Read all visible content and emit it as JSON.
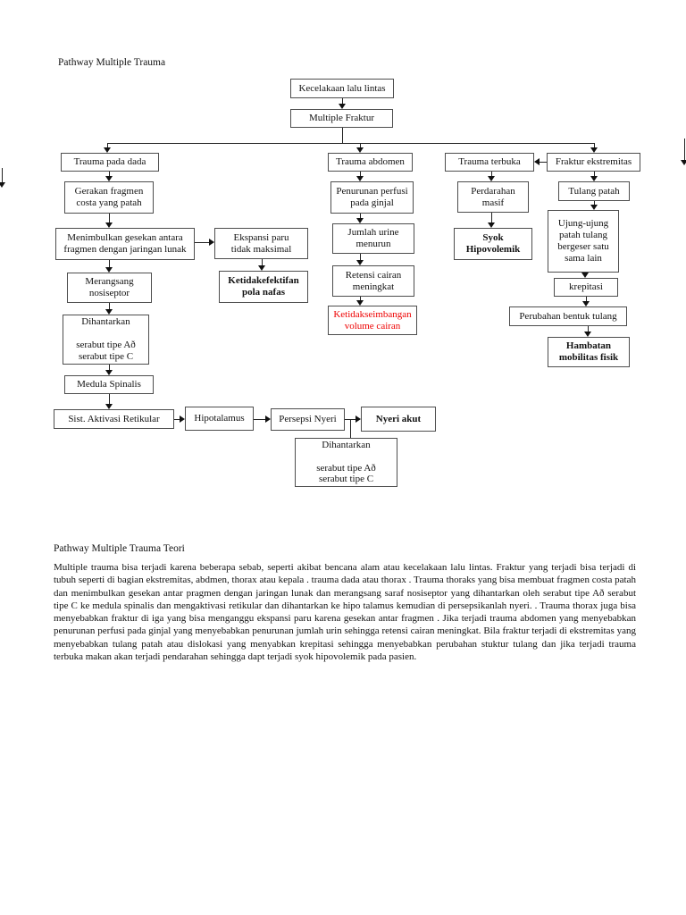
{
  "page": {
    "doc_title": "Pathway Multiple Trauma",
    "teori": {
      "heading": "Pathway Multiple Trauma Teori",
      "paragraph": "Multiple trauma bisa terjadi karena beberapa sebab, seperti akibat bencana alam atau kecelakaan lalu lintas. Fraktur yang terjadi bisa terjadi di tubuh seperti di bagian ekstremitas, abdmen, thorax atau kepala . trauma dada atau thorax . Trauma thoraks yang bisa membuat fragmen costa patah dan menimbulkan gesekan antar pragmen dengan jaringan lunak dan merangsang saraf nosiseptor yang dihantarkan oleh serabut tipe Að serabut tipe C ke medula spinalis dan mengaktivasi retikular dan dihantarkan ke hipo talamus kemudian di persepsikanlah nyeri. . Trauma thorax juga bisa menyebabkan fraktur di iga yang bisa menganggu ekspansi paru karena gesekan antar fragmen . Jika terjadi trauma abdomen yang menyebabkan penurunan perfusi pada ginjal yang menyebabkan penurunan jumlah urin sehingga retensi cairan meningkat. Bila fraktur terjadi di ekstremitas yang menyebabkan tulang patah atau dislokasi yang menyabkan krepitasi sehingga menyebabkan perubahan stuktur tulang dan jika terjadi trauma terbuka makan akan terjadi pendarahan sehingga dapt terjadi syok hipovolemik pada pasien."
    }
  },
  "colors": {
    "page_bg": "#ffffff",
    "box_border": "#4d4d4d",
    "text": "#111111",
    "warning_text": "#ee0000",
    "line": "#222222"
  },
  "flowchart": {
    "nodes": [
      {
        "id": "kecelakaan-lalu-lintas",
        "label": "Kecelakaan lalu lintas"
      },
      {
        "id": "multiple-fraktur",
        "label": "Multiple Fraktur"
      },
      {
        "id": "trauma-pada-dada",
        "label": "Trauma pada dada"
      },
      {
        "id": "gerakan-fragmen",
        "label": "Gerakan fragmen\ncosta yang patah"
      },
      {
        "id": "menimbulkan-gesekan",
        "label": "Menimbulkan gesekan antara\nfragmen dengan jaringan lunak"
      },
      {
        "id": "ekspansi-paru",
        "label": "Ekspansi paru\ntidak maksimal"
      },
      {
        "id": "ketidakefektifan-pola-nafas",
        "label": "Ketidakefektifan\npola nafas",
        "emphasis": "bold"
      },
      {
        "id": "merangsang-nosiseptor",
        "label": "Merangsang\nnosiseptor"
      },
      {
        "id": "dihantarkan-serabut-1",
        "label": "Dihantarkan\n\nserabut tipe Að\nserabut tipe C"
      },
      {
        "id": "medula-spinalis",
        "label": "Medula Spinalis"
      },
      {
        "id": "sist-aktivasi-retikular",
        "label": "Sist. Aktivasi Retikular"
      },
      {
        "id": "hipotalamus",
        "label": "Hipotalamus"
      },
      {
        "id": "persepsi-nyeri",
        "label": "Persepsi Nyeri"
      },
      {
        "id": "nyeri-akut",
        "label": "Nyeri akut",
        "emphasis": "bold"
      },
      {
        "id": "dihantarkan-serabut-2",
        "label": "Dihantarkan\n\nserabut tipe Að\nserabut tipe C"
      },
      {
        "id": "trauma-abdomen",
        "label": "Trauma abdomen"
      },
      {
        "id": "penurunan-perfusi",
        "label": "Penurunan perfusi\npada ginjal"
      },
      {
        "id": "jumlah-urine",
        "label": "Jumlah urine\nmenurun"
      },
      {
        "id": "retensi-cairan",
        "label": "Retensi cairan\nmeningkat"
      },
      {
        "id": "ketidakseimbangan-volume-cairan",
        "label": "Ketidakseimbangan\nvolume cairan",
        "emphasis": "red"
      },
      {
        "id": "trauma-terbuka",
        "label": "Trauma terbuka"
      },
      {
        "id": "perdarahan-masif",
        "label": "Perdarahan\nmasif"
      },
      {
        "id": "syok-hipovolemik",
        "label": "Syok\nHipovolemik",
        "emphasis": "bold"
      },
      {
        "id": "fraktur-ekstremitas",
        "label": "Fraktur ekstremitas"
      },
      {
        "id": "tulang-patah",
        "label": "Tulang patah"
      },
      {
        "id": "ujung-ujung-patah",
        "label": "Ujung-ujung\npatah tulang\nbergeser satu\nsama lain"
      },
      {
        "id": "krepitasi",
        "label": "krepitasi"
      },
      {
        "id": "perubahan-bentuk-tulang",
        "label": "Perubahan bentuk tulang"
      },
      {
        "id": "hambatan-mobilitas-fisik",
        "label": "Hambatan\nmobilitas fisik",
        "emphasis": "bold"
      }
    ]
  }
}
